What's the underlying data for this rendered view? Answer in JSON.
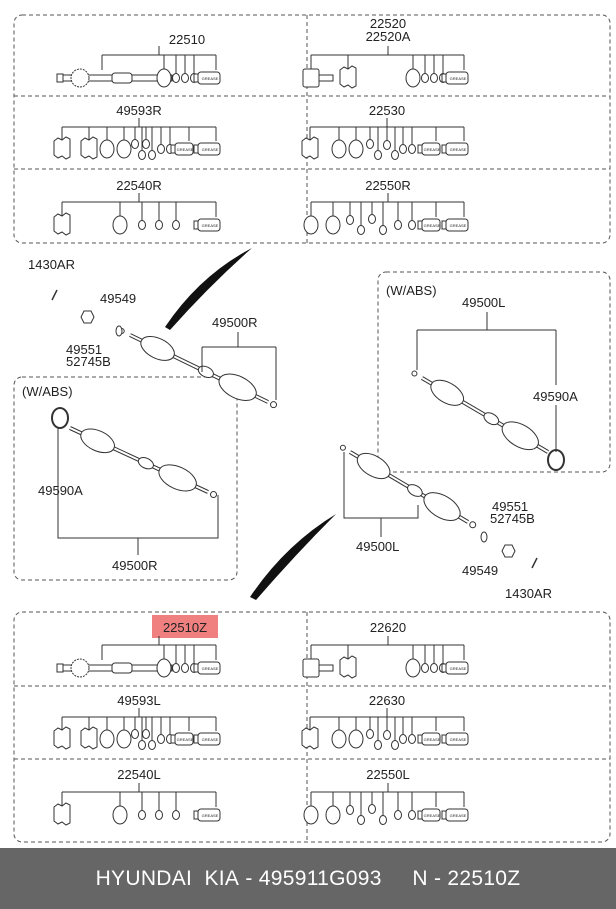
{
  "kits_front": {
    "p1": "22510",
    "p2a": "22520",
    "p2b": "22520A",
    "p3": "49593R",
    "p4": "22530",
    "p5": "22540R",
    "p6": "22550R"
  },
  "kits_rear": {
    "p1": "22510Z",
    "p2": "22620",
    "p3": "49593L",
    "p4": "22630",
    "p5": "22540L",
    "p6": "22550L"
  },
  "highlight": {
    "part": "22510Z",
    "color": "#f08080"
  },
  "callouts": {
    "r_bolt": "1430AR",
    "r_washer": "49549",
    "r_nut_a": "49551",
    "r_nut_b": "52745B",
    "r_shaft": "49500R",
    "abs_left_title": "(W/ABS)",
    "abs_left_ring": "49590A",
    "abs_left_shaft": "49500R",
    "abs_right_title": "(W/ABS)",
    "abs_right_shaft": "49500L",
    "abs_right_ring": "49590A",
    "l_shaft": "49500L",
    "l_nut_a": "49551",
    "l_nut_b": "52745B",
    "l_washer": "49549",
    "l_bolt": "1430AR"
  },
  "grease_label": "GREASE",
  "footer": {
    "brand": "HYUNDAI  KIA",
    "sep1": " - ",
    "part_number": "495911G093",
    "gap": "     ",
    "ref_prefix": "N",
    "sep2": " - ",
    "ref": "22510Z"
  },
  "colors": {
    "footer_bg": "#666666",
    "line": "#333333"
  }
}
